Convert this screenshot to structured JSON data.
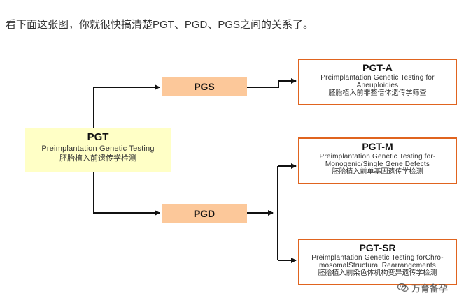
{
  "intro_text": "看下面这张图，你就很快搞清楚PGT、PGD、PGS之间的关系了。",
  "colors": {
    "pgt_fill": "#ffffc6",
    "mid_fill": "#fcc89a",
    "out_border": "#e0641f",
    "connector": "#111111"
  },
  "nodes": {
    "pgt": {
      "title": "PGT",
      "english": "Preimplantation Genetic Testing",
      "chinese": "胚胎植入前遗传学检测"
    },
    "pgs": {
      "title": "PGS"
    },
    "pgd": {
      "title": "PGD"
    },
    "pgt_a": {
      "title": "PGT-A",
      "english_line1": "Preimplantation Genetic Testing for",
      "english_line2": "Aneuploidies",
      "chinese": "胚胎植入前非整倍体遗传学筛查"
    },
    "pgt_m": {
      "title": "PGT-M",
      "english_line1": "Preimplantation Genetic Testing for-",
      "english_line2": "Monogenic/Single Gene Defects",
      "chinese": "胚胎植入前单基因遗传学检测"
    },
    "pgt_sr": {
      "title": "PGT-SR",
      "english_line1": "Preimplantation Genetic Testing forChro-",
      "english_line2": "mosomalStructural Rearrangements",
      "chinese": "胚胎植入前染色体机构变异遗传学检测"
    }
  },
  "watermark": {
    "text": "万育备孕",
    "icon": "wechat-icon"
  }
}
